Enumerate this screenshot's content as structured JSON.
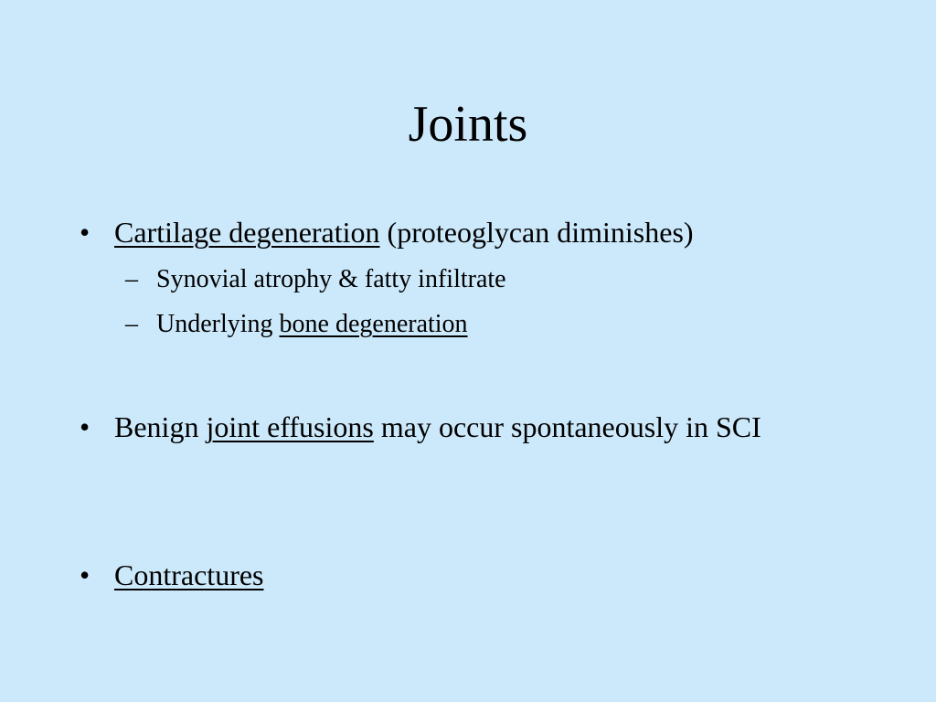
{
  "slide": {
    "title": "Joints",
    "bullet_marker": "•",
    "sub_marker": "–",
    "bullets": [
      {
        "link": "Cartilage degeneration",
        "rest": " (proteoglycan diminishes)"
      },
      {
        "before": "Benign ",
        "link": "joint effusions",
        "rest": " may occur spontaneously in SCI"
      },
      {
        "link": "Contractures"
      }
    ],
    "sub_bullets": [
      {
        "text": "Synovial atrophy & fatty infiltrate"
      },
      {
        "before": "Underlying ",
        "link": "bone degeneration"
      }
    ]
  }
}
